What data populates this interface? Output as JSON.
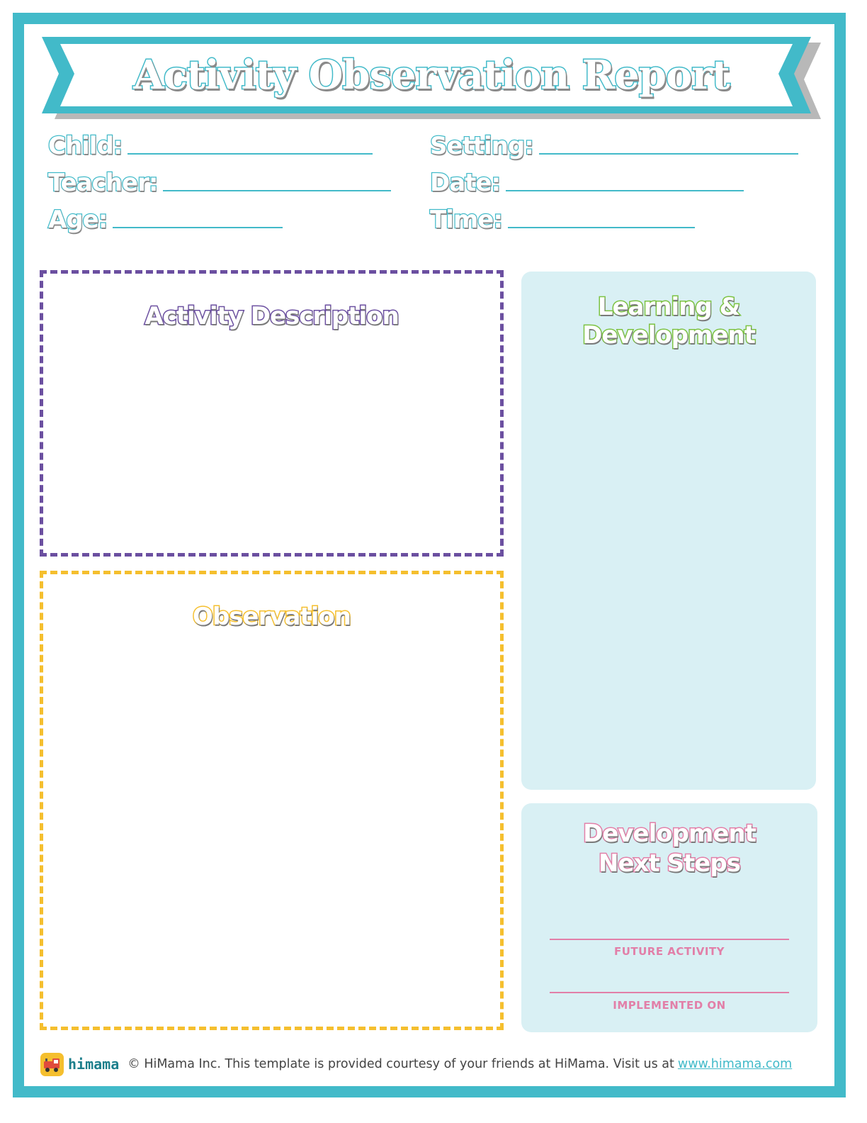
{
  "header": {
    "title": "Activity Observation Report"
  },
  "fields": {
    "child": "Child:",
    "teacher": "Teacher:",
    "age": "Age:",
    "setting": "Setting:",
    "date": "Date:",
    "time": "Time:"
  },
  "sections": {
    "activity_description": "Activity Description",
    "observation": "Observation",
    "learning_line1": "Learning &",
    "learning_line2": "Development",
    "next_steps_line1": "Development",
    "next_steps_line2": "Next Steps",
    "future_activity": "FUTURE ACTIVITY",
    "implemented_on": "IMPLEMENTED ON"
  },
  "footer": {
    "logo_text": "himama",
    "copyright": "© HiMama Inc. This template is provided courtesy of your friends at HiMama. Visit us at",
    "link_text": "www.himama.com"
  },
  "colors": {
    "teal": "#42bac9",
    "purple": "#6b4fa0",
    "yellow": "#f5bf2e",
    "green": "#7cc242",
    "pink": "#e27fa8",
    "light_blue": "#d9f0f4"
  }
}
